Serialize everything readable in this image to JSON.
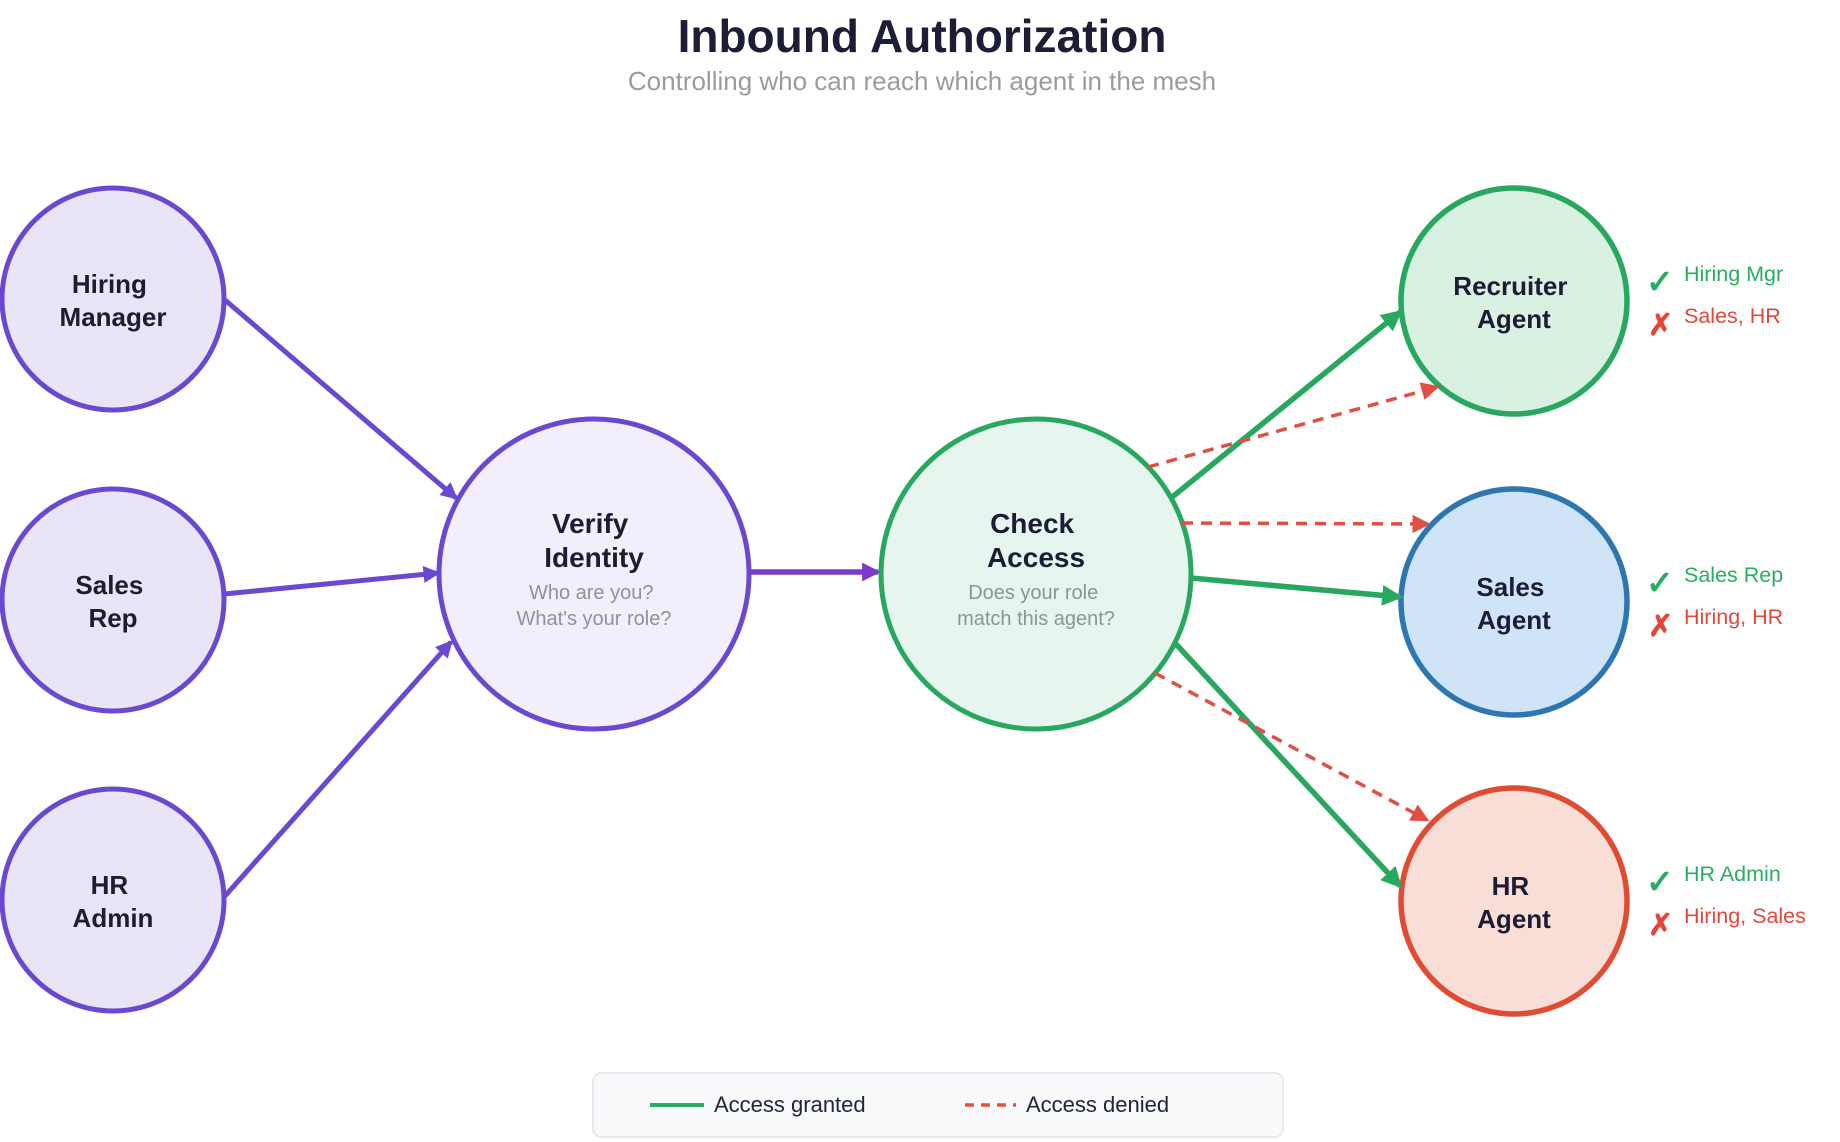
{
  "header": {
    "title": "Inbound Authorization",
    "subtitle": "Controlling who can reach which agent in the mesh"
  },
  "sources": [
    {
      "label": "Hiring Manager",
      "lines": [
        "Hiring",
        "Manager"
      ]
    },
    {
      "label": "Sales Rep",
      "lines": [
        "Sales",
        "Rep"
      ]
    },
    {
      "label": "HR Admin",
      "lines": [
        "HR",
        "Admin"
      ]
    }
  ],
  "stages": [
    {
      "label": "Verify Identity",
      "lines": [
        "Verify",
        "Identity"
      ],
      "question": [
        "Who are you?",
        "What's your role?"
      ]
    },
    {
      "label": "Check Access",
      "lines": [
        "Check",
        "Access"
      ],
      "question": [
        "Does your role",
        "match this agent?"
      ]
    }
  ],
  "agents": [
    {
      "label": "Recruiter Agent",
      "lines": [
        "Recruiter",
        "Agent"
      ],
      "granted": "Hiring Mgr",
      "denied": "Sales, HR"
    },
    {
      "label": "Sales Agent",
      "lines": [
        "Sales",
        "Agent"
      ],
      "granted": "Sales Rep",
      "denied": "Hiring, HR"
    },
    {
      "label": "HR Agent",
      "lines": [
        "HR",
        "Agent"
      ],
      "granted": "HR Admin",
      "denied": "Hiring, Sales"
    }
  ],
  "icons": {
    "granted": "✓",
    "denied": "✗"
  },
  "legend": {
    "granted_label": "Access granted",
    "denied_label": "Access denied"
  },
  "colors": {
    "purple_node": "#6a48d0",
    "violet_arrow": "#7d3cc8",
    "green": "#27ae60",
    "red": "#e3473a",
    "blue": "#2e76b0",
    "hr_red": "#e04b31",
    "dark_text": "#1c1c34",
    "gray_text": "#8f9399"
  }
}
